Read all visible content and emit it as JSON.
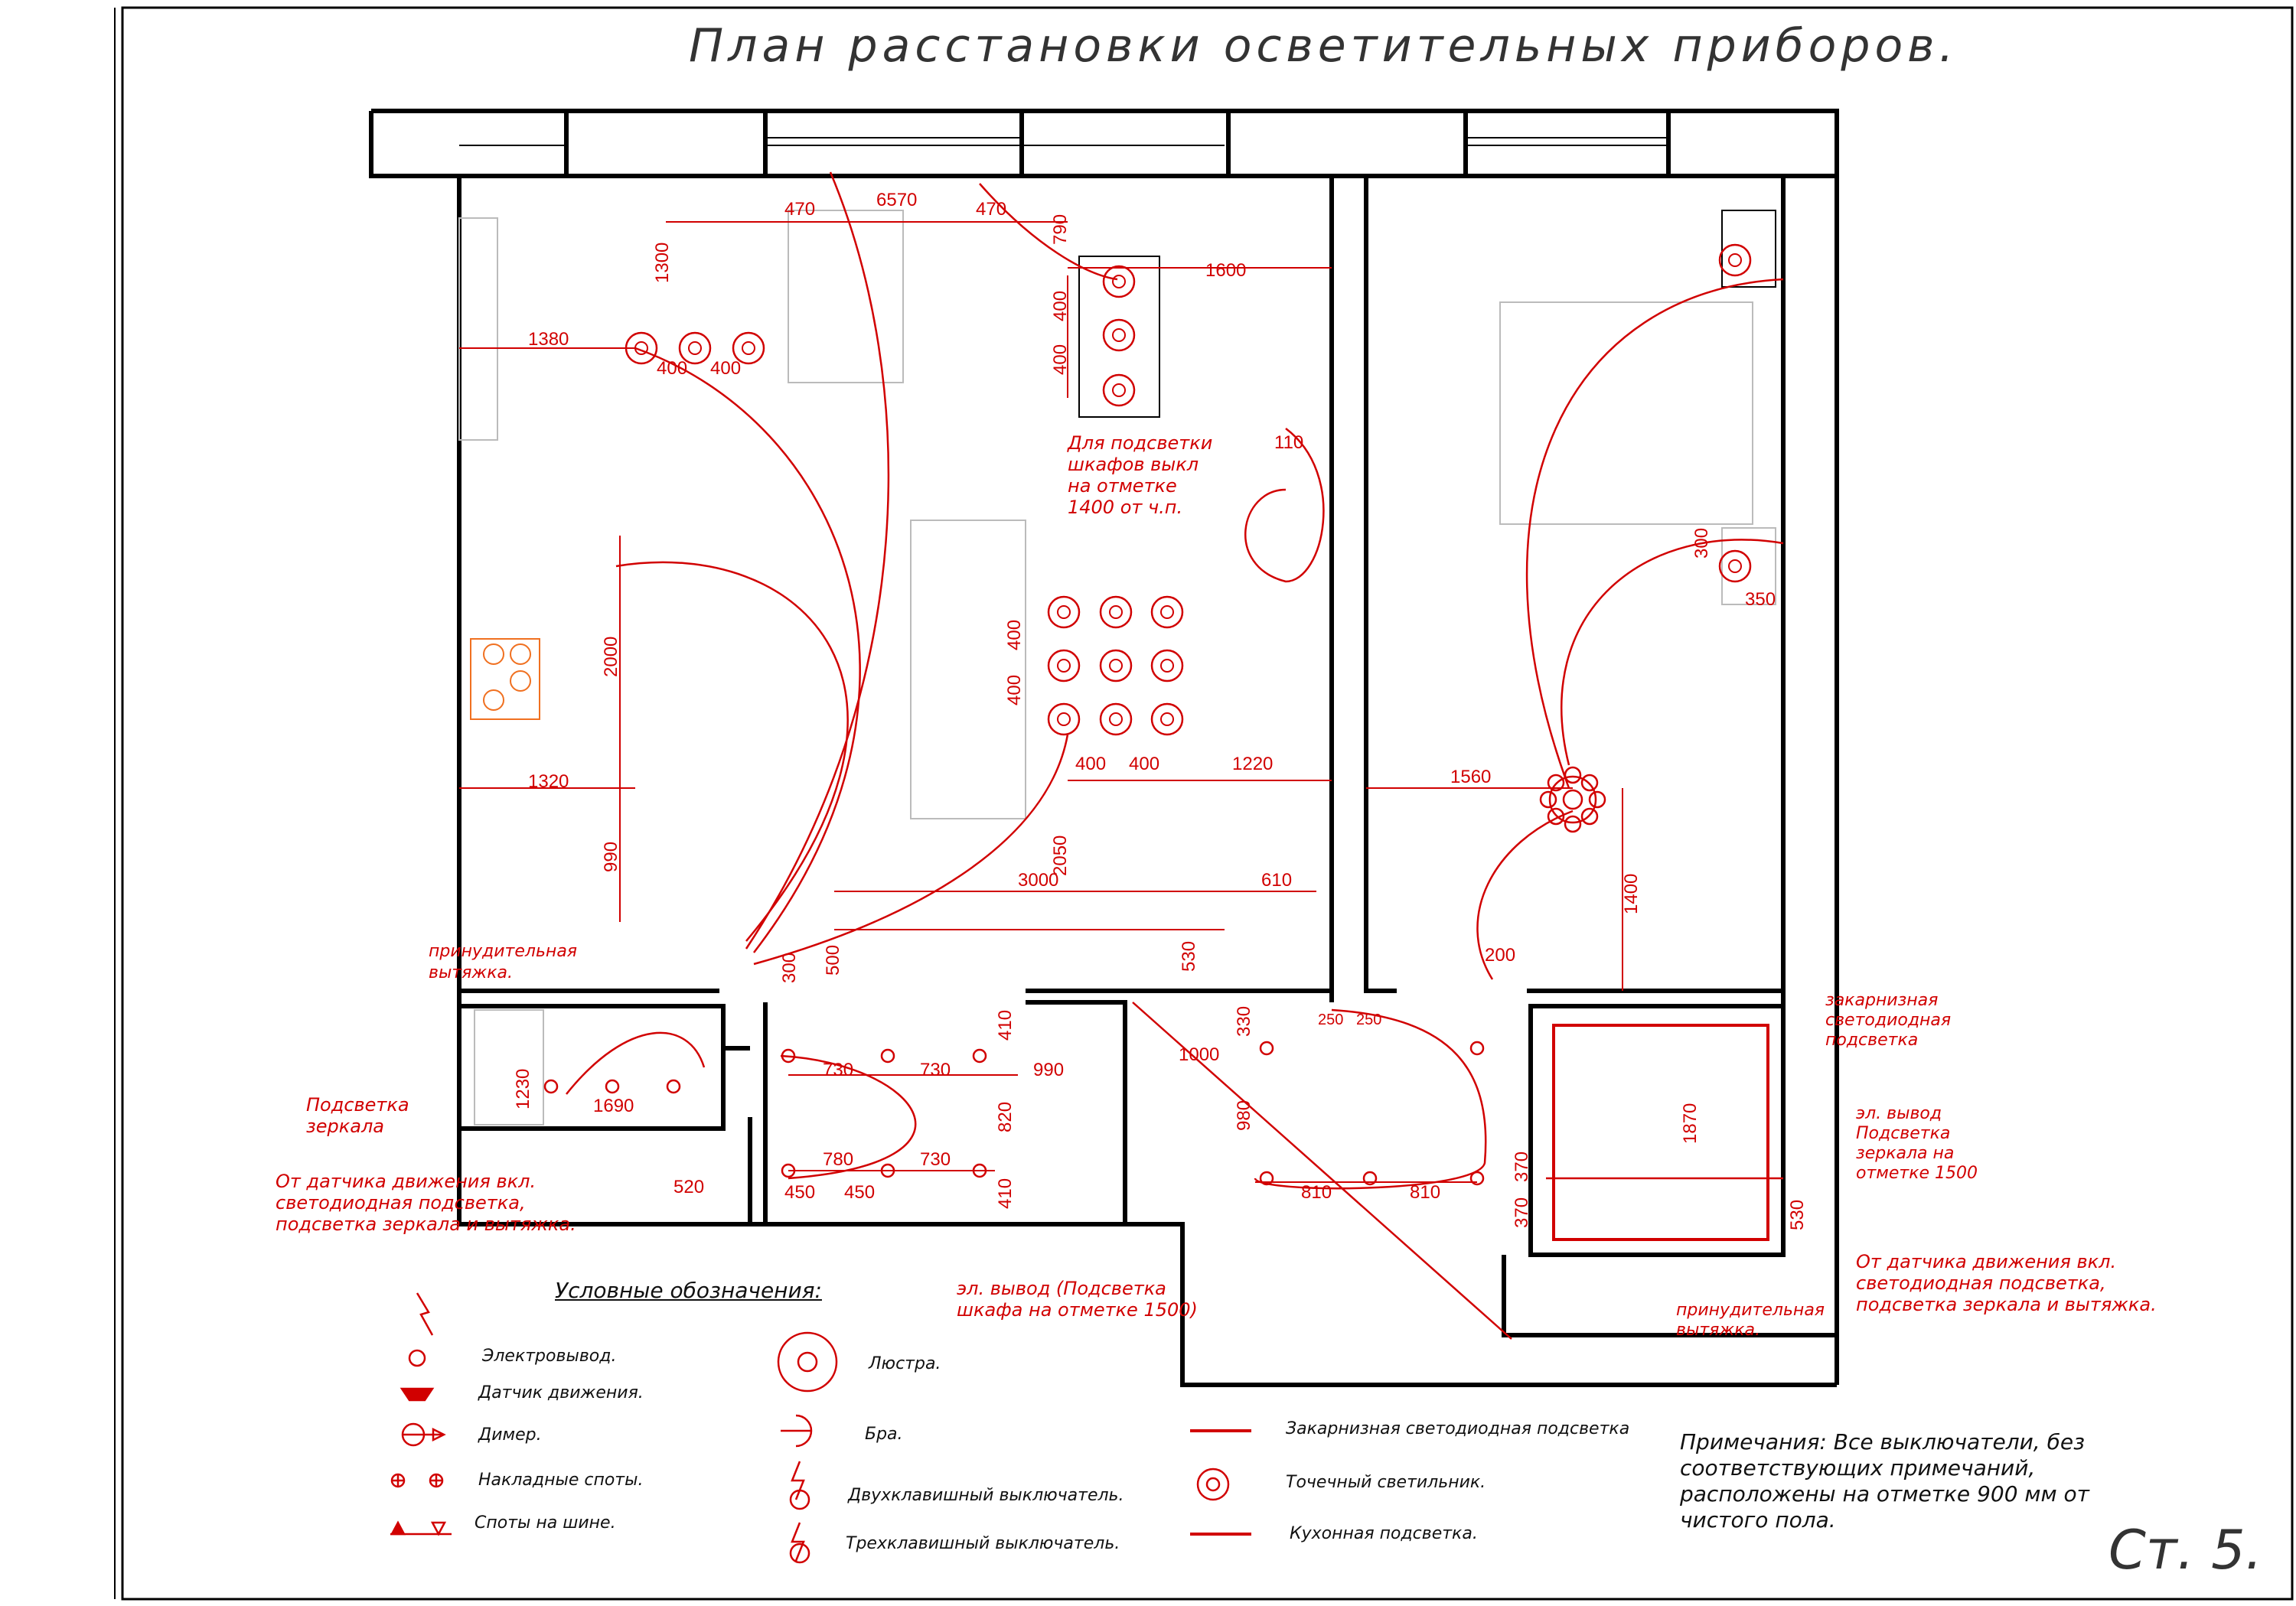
{
  "title": "План расстановки осветительных приборов.",
  "page_number": "Ст. 5.",
  "colors": {
    "wall": "#000000",
    "lighting": "#d10000",
    "furniture": "#bbbbbb",
    "hob": "#f07020"
  },
  "annotations": {
    "cabinet_switch": [
      "Для подсветки",
      "шкафов выкл",
      "на отметке",
      "1400 от ч.п."
    ],
    "forced_exhaust_left": [
      "принудительная",
      "вытяжка."
    ],
    "mirror_light": [
      "Подсветка",
      "зеркала"
    ],
    "motion_left": [
      "От датчика движения вкл.",
      "светодиодная подсветка,",
      "подсветка зеркала и вытяжка."
    ],
    "cabinet_outlet": [
      "эл. вывод (Подсветка",
      "шкафа на отметке 1500)"
    ],
    "cornice_led": [
      "закарнизная",
      "светодиодная",
      "подсветка"
    ],
    "mirror_outlet": [
      "эл. вывод",
      "Подсветка",
      "зеркала на",
      "отметке 1500"
    ],
    "motion_right": [
      "От датчика движения вкл.",
      "светодиодная подсветка,",
      "подсветка зеркала и вытяжка."
    ],
    "forced_exhaust_right": [
      "принудительная",
      "вытяжка."
    ]
  },
  "dimensions": {
    "h": [
      "470",
      "6570",
      "470",
      "1600",
      "1380",
      "400",
      "400",
      "1320",
      "400",
      "400",
      "1220",
      "3000",
      "610",
      "1560",
      "350",
      "200",
      "730",
      "730",
      "990",
      "1000",
      "250",
      "250",
      "1690",
      "780",
      "730",
      "450",
      "450",
      "520",
      "810",
      "810"
    ],
    "v": [
      "1300",
      "790",
      "400",
      "400",
      "110",
      "2000",
      "990",
      "400",
      "400",
      "2050",
      "300",
      "500",
      "530",
      "300",
      "1400",
      "1870",
      "410",
      "820",
      "410",
      "330",
      "980",
      "370",
      "370",
      "530",
      "1230"
    ]
  },
  "legend": {
    "title": "Условные обозначения:",
    "items": [
      "Электровывод.",
      "Датчик движения.",
      "Димер.",
      "Накладные споты.",
      "Споты на шине.",
      "Люстра.",
      "Бра.",
      "Двухклавишный выключатель.",
      "Трехклавишный выключатель.",
      "Закарнизная светодиодная подсветка",
      "Точечный светильник.",
      "Кухонная подсветка."
    ]
  },
  "remark": "Примечания: Все выключатели, без соответствующих примечаний, расположены на отметке 900 мм от чистого пола."
}
